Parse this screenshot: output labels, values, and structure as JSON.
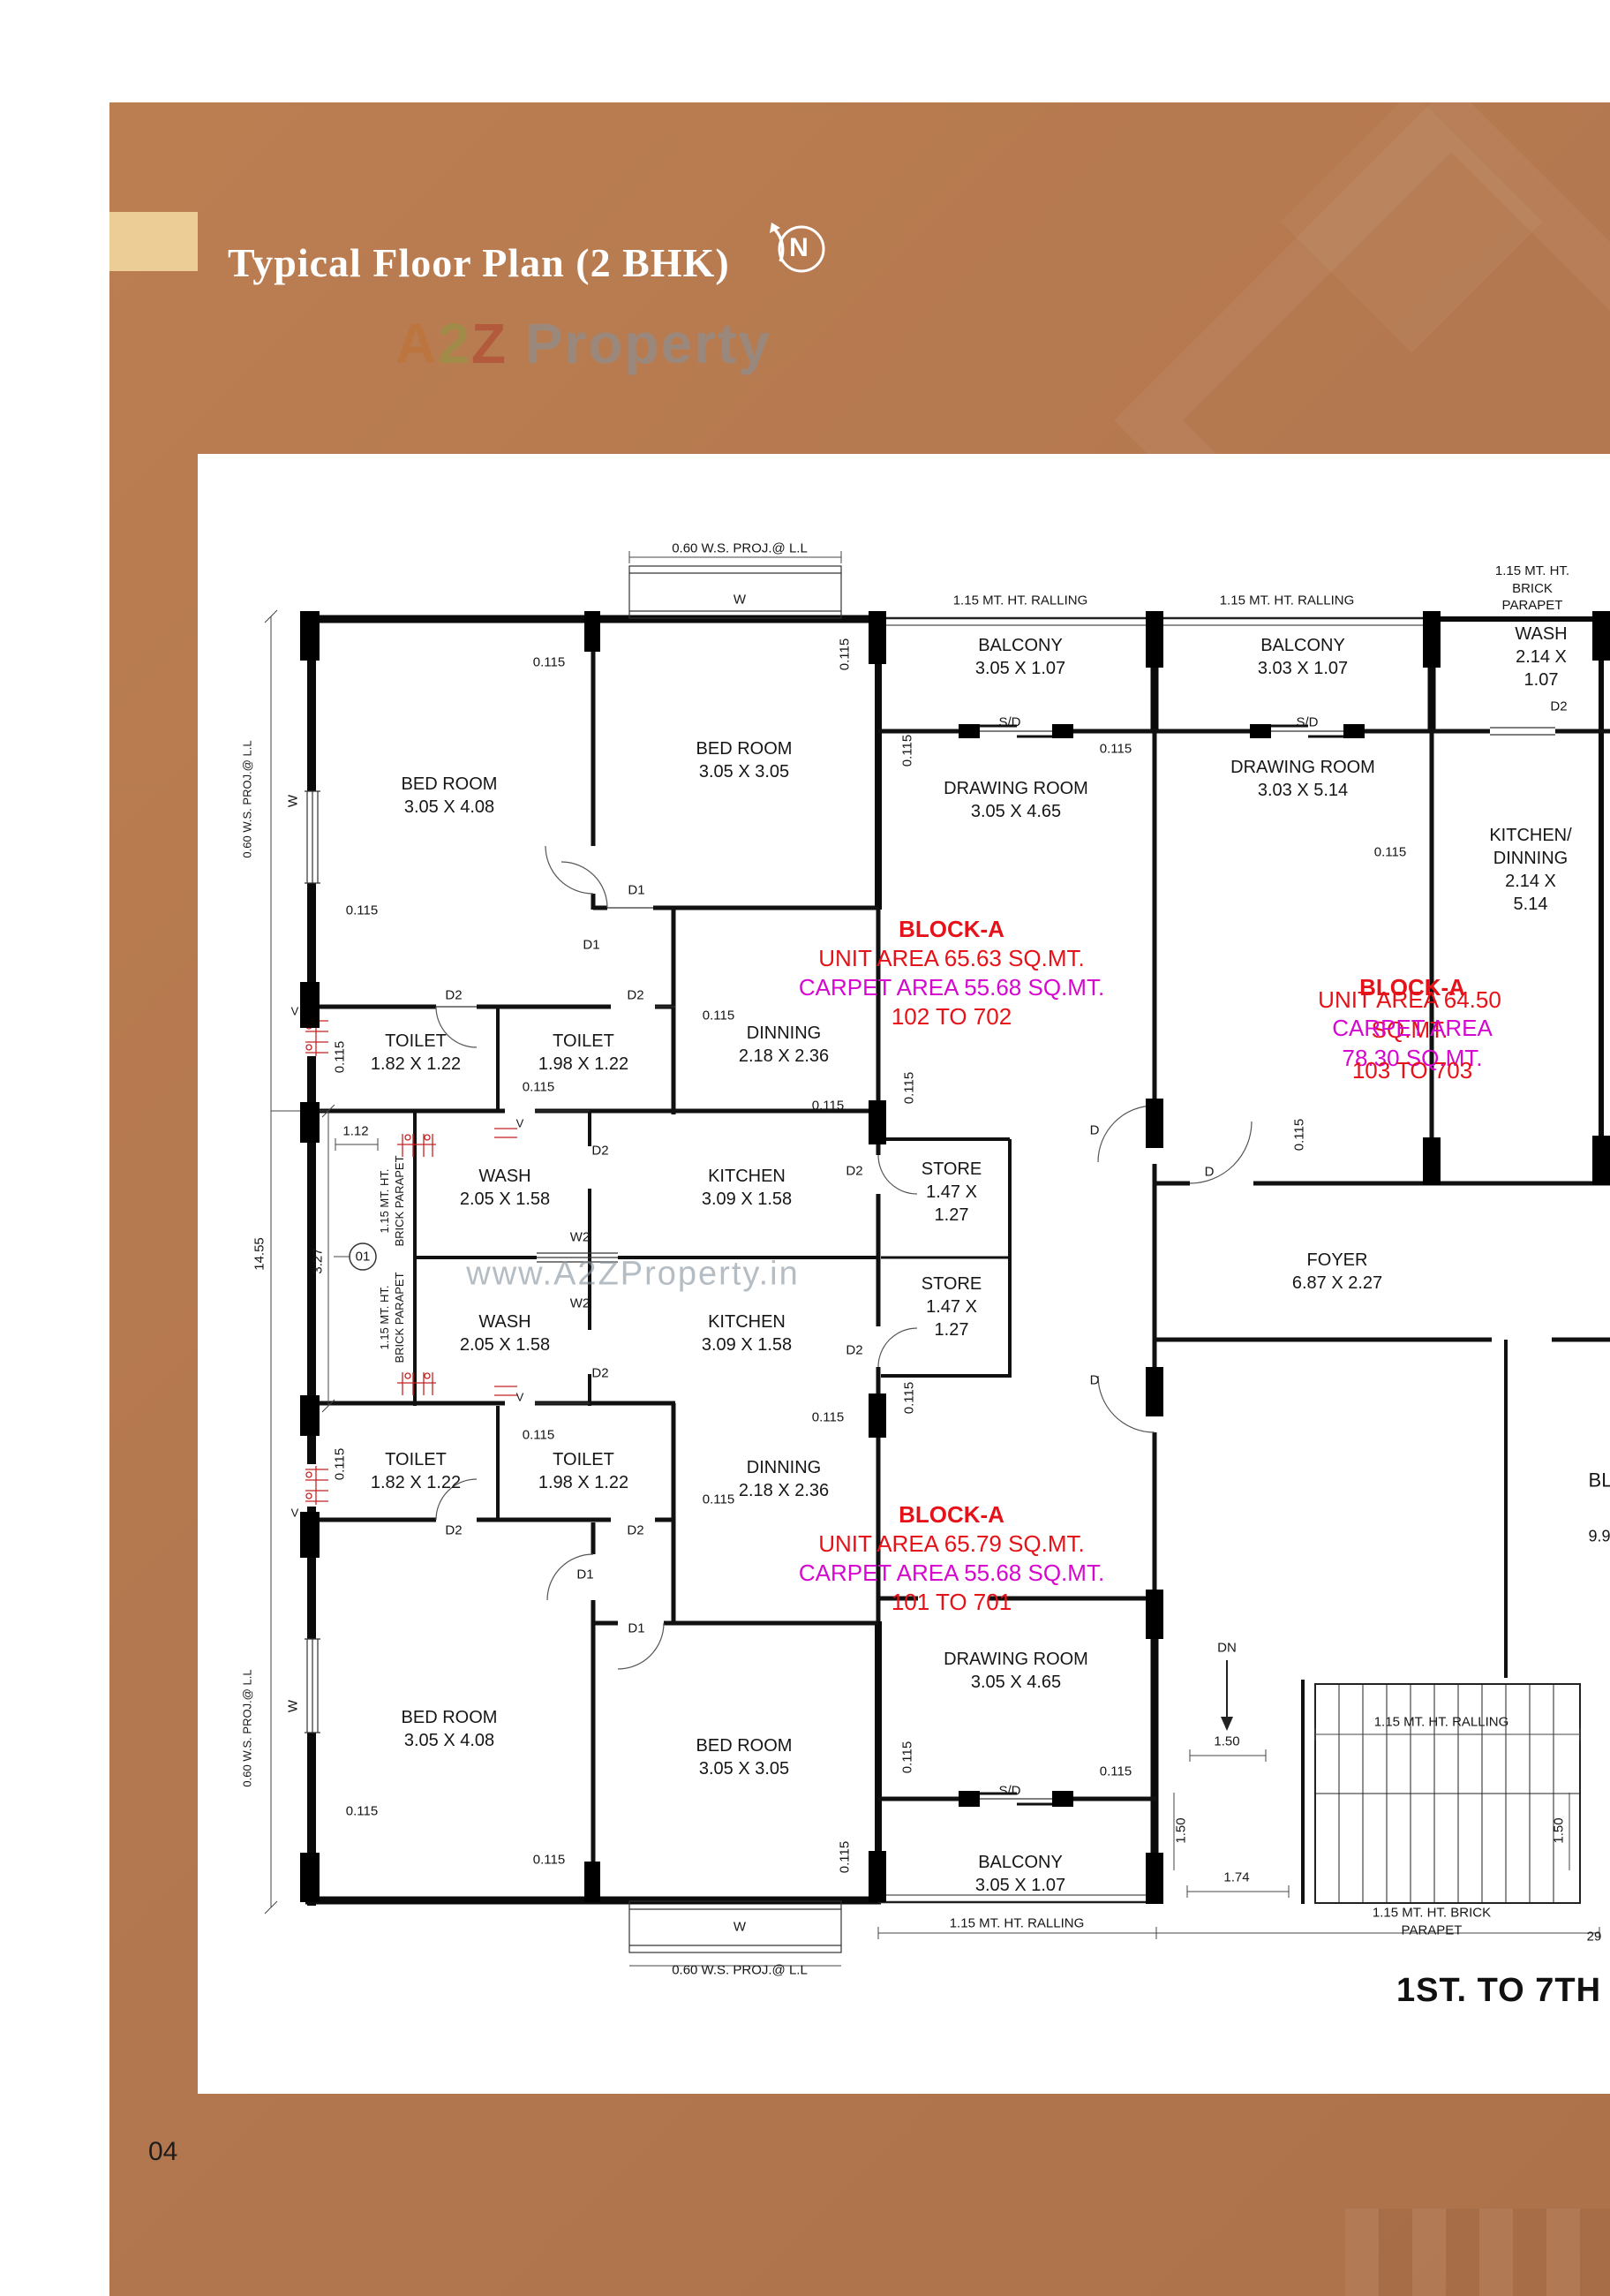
{
  "header": {
    "title": "Typical Floor Plan (2 BHK)",
    "compass_n": "N",
    "wm": {
      "a": "A",
      "two": "2",
      "z": "Z",
      "rest": " Property"
    }
  },
  "plan": {
    "watermark": "www.A2ZProperty.in",
    "rooms": {
      "bedroom_a": "BED ROOM\n3.05 X 4.08",
      "bedroom_b": "BED ROOM\n3.05 X 3.05",
      "balcony_305": "BALCONY\n3.05 X 1.07",
      "balcony_303": "BALCONY\n3.03 X 1.07",
      "wash_214": "WASH\n2.14 X 1.07",
      "drawing_465": "DRAWING ROOM\n3.05 X 4.65",
      "drawing_514": "DRAWING ROOM\n3.03 X 5.14",
      "kitchen_dinning": "KITCHEN/\nDINNING\n2.14 X 5.14",
      "toilet_182": "TOILET\n1.82 X 1.22",
      "toilet_198": "TOILET\n1.98 X 1.22",
      "dinning_218": "DINNING\n2.18 X 2.36",
      "wash_205": "WASH\n2.05 X 1.58",
      "kitchen_309": "KITCHEN\n3.09 X 1.58",
      "store_147": "STORE\n1.47 X\n1.27",
      "foyer": "FOYER\n6.87 X 2.27"
    },
    "blocks": {
      "b102": {
        "title": "BLOCK-A",
        "unit": "UNIT AREA 65.63 SQ.MT.",
        "carpet": "CARPET AREA  55.68 SQ.MT.",
        "range": "102 TO 702"
      },
      "b103": {
        "title": "BLOCK-A",
        "unit": "UNIT AREA 64.50 SQ.MT.",
        "carpet": "CARPET AREA  78.30 SQ.MT.",
        "range": "103 TO 703"
      },
      "b101": {
        "title": "BLOCK-A",
        "unit": "UNIT AREA  65.79 SQ.MT.",
        "carpet": "CARPET AREA  55.68 SQ.MT.",
        "range": "101 TO 701"
      }
    },
    "dims": {
      "t115": "0.115",
      "t112": "1.12",
      "t1455": "14.55",
      "t327": "3.27",
      "t150": "1.50",
      "t174": "1.74",
      "proj": "0.60 W.S. PROJ.@ L.L",
      "railing": "1.15 MT. HT. RALLING",
      "parapet": "1.15 MT. HT. BRICK PARAPET",
      "parapet2": "1.15 MT. HT.\nBRICK PARAPET"
    },
    "marks": {
      "w": "W",
      "w2": "W2",
      "v": "V",
      "d": "D",
      "d1": "D1",
      "d2": "D2",
      "sd": "S/D",
      "dn": "DN",
      "c01": "01"
    },
    "partial": {
      "bl": "BL",
      "v99": "9.9",
      "v29": "29"
    }
  },
  "footer": {
    "floor_range": "1ST. TO 7TH",
    "page_number": "04"
  }
}
